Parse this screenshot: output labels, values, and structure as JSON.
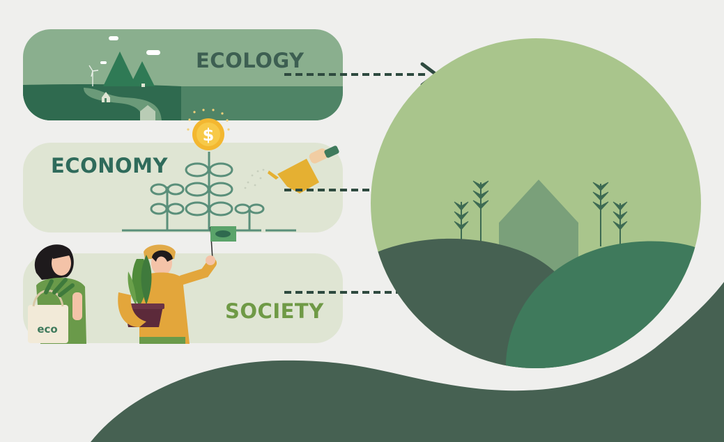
{
  "pillars": [
    {
      "label": "ECOLOGY",
      "color": "#3d5f52"
    },
    {
      "label": "ECONOMY",
      "color": "#2f6b5b"
    },
    {
      "label": "SOCIETY",
      "color": "#6f9a46"
    }
  ],
  "bag_text": "eco",
  "coin_symbol": "$",
  "palette": {
    "dark_green": "#466152",
    "mid_green": "#3f7a5c",
    "light_green": "#a9c58c",
    "panel_ecology": "#86ab8a",
    "panel_light": "#dfe5d3",
    "coin": "#f3b730"
  }
}
